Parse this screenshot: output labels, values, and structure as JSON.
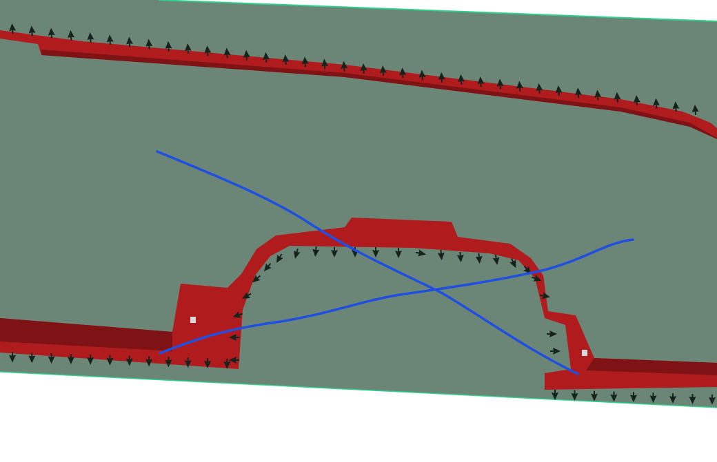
{
  "scene": {
    "type": "cad-3d-viewport",
    "colors": {
      "background": "#ffffff",
      "plane": "#6b8577",
      "plane_edge": "#2fd08a",
      "part": "#b01c1e",
      "part_shade": "#7e1214",
      "arrow": "#14231c",
      "annotation_stroke": "#1f4fe0"
    },
    "annotation": "two-blue-crossing-strokes",
    "arrow_groups": [
      "top-edge-arrows",
      "bottom-left-arrows",
      "arch-inner-arrows",
      "bottom-right-arrows"
    ]
  }
}
